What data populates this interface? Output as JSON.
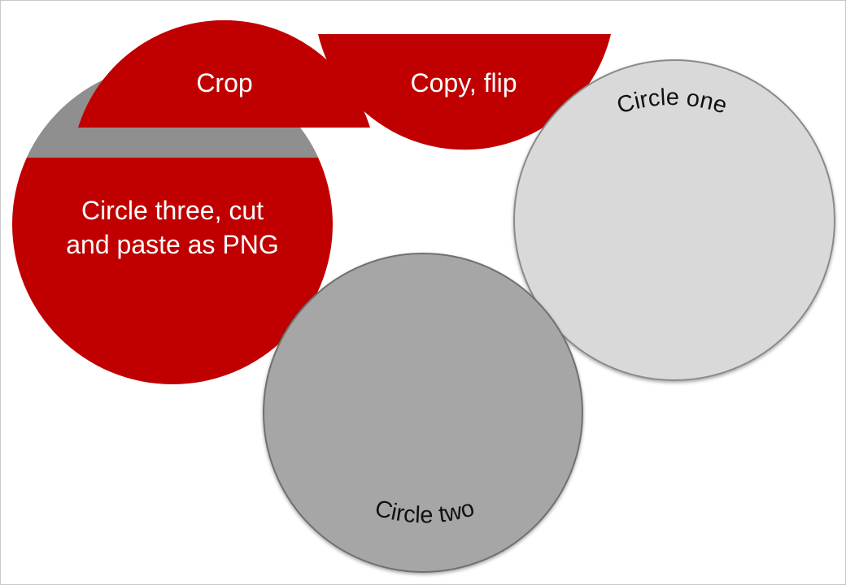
{
  "shapes": {
    "crop": {
      "label": "Crop"
    },
    "copy_flip": {
      "label": "Copy, flip"
    },
    "circle_three": {
      "label_line1": "Circle three, cut",
      "label_line2": "and paste as PNG"
    },
    "circle_one": {
      "label": "Circle one"
    },
    "circle_two": {
      "label": "Circle two"
    }
  },
  "colors": {
    "red": "#c00000",
    "grey_band": "#8f8f8f",
    "circle_one_fill": "#d9d9d9",
    "circle_two_fill": "#a6a6a6",
    "border": "#c8c8c8"
  }
}
